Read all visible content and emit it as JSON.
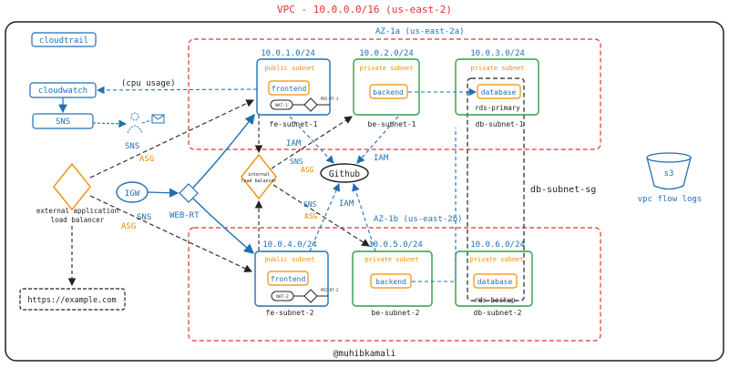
{
  "title": "VPC - 10.0.0.0/16 (us-east-2)",
  "credit": "@muhibkamali",
  "az1": "AZ-1a (us-east-2a)",
  "az2": "AZ-1b (us-east-2b)",
  "cloudtrail": "cloudtrail",
  "cloudwatch": "cloudwatch",
  "cpu_usage": "(cpu usage)",
  "sns": "SNS",
  "sns_label": "SNS",
  "asg_label": "ASG",
  "igw": "IGW",
  "web_rt": "WEB-RT",
  "ext_lb": [
    "external application",
    "load balancer"
  ],
  "int_lb": [
    "internal",
    "load balancer"
  ],
  "url": "https://example.com",
  "github": "Github",
  "iam": "IAM",
  "s3": "s3",
  "flow_logs": "vpc flow logs",
  "db_subnet_sg": "db-subnet-sg",
  "nat1": "NAT-1",
  "nat2": "NAT-2",
  "pri_rt": "PRI-RT-1",
  "pri_rt2": "PRI-RT-2",
  "subnets": {
    "fe1": {
      "cidr": "10.0.1.0/24",
      "type": "public subnet",
      "app": "frontend",
      "name": "fe-subnet-1"
    },
    "be1": {
      "cidr": "10.0.2.0/24",
      "type": "private subnet",
      "app": "backend",
      "name": "be-subnet-1"
    },
    "db1": {
      "cidr": "10.0.3.0/24",
      "type": "private subnet",
      "app": "database",
      "name": "db-subnet-1",
      "rds": "rds-primary"
    },
    "fe2": {
      "cidr": "10.0.4.0/24",
      "type": "public subnet",
      "app": "frontend",
      "name": "fe-subnet-2"
    },
    "be2": {
      "cidr": "10.0.5.0/24",
      "type": "private subnet",
      "app": "backend",
      "name": "be-subnet-2"
    },
    "db2": {
      "cidr": "10.0.6.0/24",
      "type": "private subnet",
      "app": "database",
      "name": "db-subnet-2",
      "rds": "rds-backup"
    }
  },
  "colors": {
    "blue": "#1f6fb5",
    "orange": "#f08c00",
    "red": "#e0362c",
    "green": "#2f9e44",
    "dark": "#222222"
  }
}
